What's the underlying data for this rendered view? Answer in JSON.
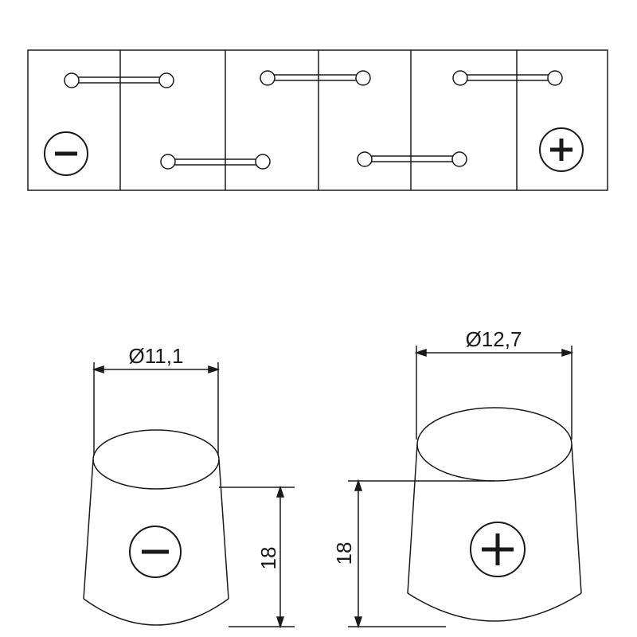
{
  "battery_layout": {
    "cell_count": 6,
    "negative_symbol": "−",
    "positive_symbol": "+",
    "negative_terminal_cell": 1,
    "positive_terminal_cell": 6
  },
  "terminals": {
    "negative": {
      "diameter_label": "Ø11,1",
      "height_label": "18",
      "symbol": "−"
    },
    "positive": {
      "diameter_label": "Ø12,7",
      "height_label": "18",
      "symbol": "+"
    }
  },
  "colors": {
    "line": "#1a1a1a",
    "background": "#ffffff"
  }
}
